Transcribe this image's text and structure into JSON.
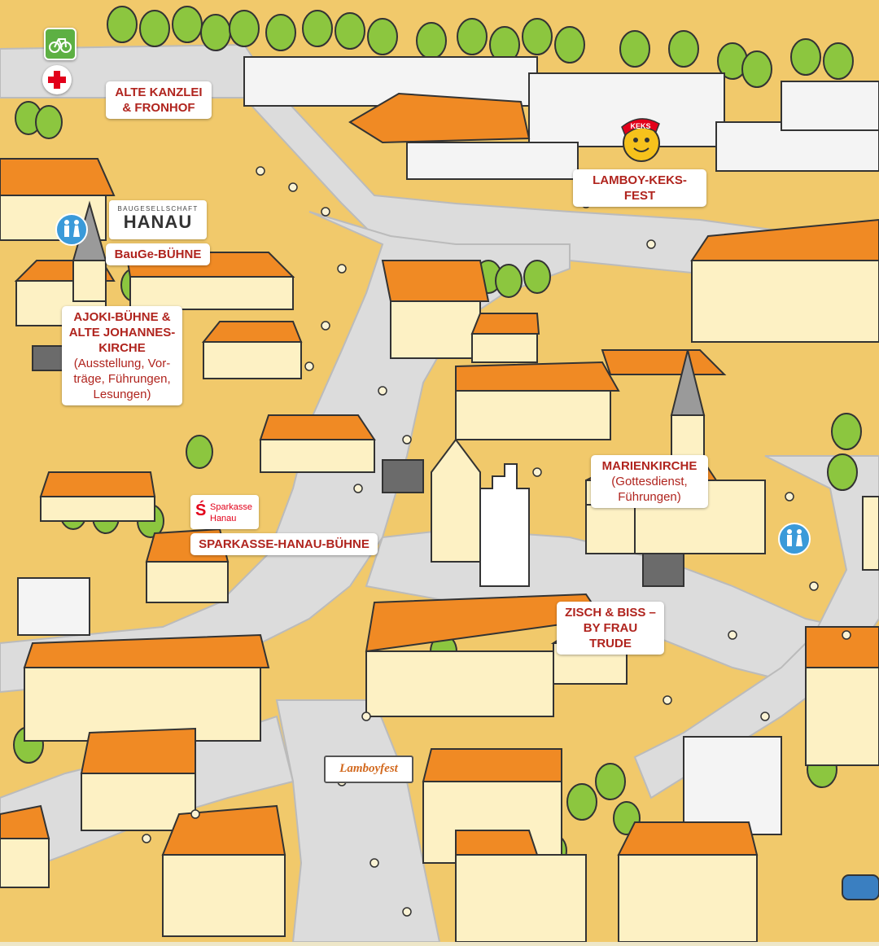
{
  "map": {
    "labels": {
      "alte_kanzlei": [
        "ALTE KANZLEI",
        "& FRONHOF"
      ],
      "lamboy_keks": "LAMBOY-KEKS-FEST",
      "bauge": "BauGe-BÜHNE",
      "ajoki": [
        "AJOKI-BÜHNE &",
        "ALTE JOHANNES-",
        "KIRCHE"
      ],
      "ajoki_sub": [
        "(Ausstellung, Vor-",
        "träge, Führungen,",
        "Lesungen)"
      ],
      "marienkirche": "MARIENKIRCHE",
      "marienkirche_sub": [
        "(Gottesdienst,",
        "Führungen)"
      ],
      "sparkasse_buehne": "SPARKASSE-HANAU-BÜHNE",
      "zisch": [
        "ZISCH & BISS –",
        "BY FRAU TRUDE"
      ]
    },
    "logos": {
      "hanau_small": "BAUGESELLSCHAFT",
      "hanau_big": "HANAU",
      "sparkasse_1": "Sparkasse",
      "sparkasse_2": "Hanau",
      "keks": "KEKS",
      "banner": "Lamboyfest"
    },
    "icons": [
      "bicycle-parking-icon",
      "first-aid-icon",
      "toilet-icon",
      "toilet-icon"
    ],
    "colors": {
      "roof": "#f08a24",
      "wall": "#fdf1c4",
      "grass": "#f1c96b",
      "road": "#d9d9d9",
      "tree": "#8cc63f",
      "label_text": "#b0241e",
      "toilet": "#3a9ad9",
      "first_aid": "#e2001a",
      "bike": "#5db043"
    }
  }
}
